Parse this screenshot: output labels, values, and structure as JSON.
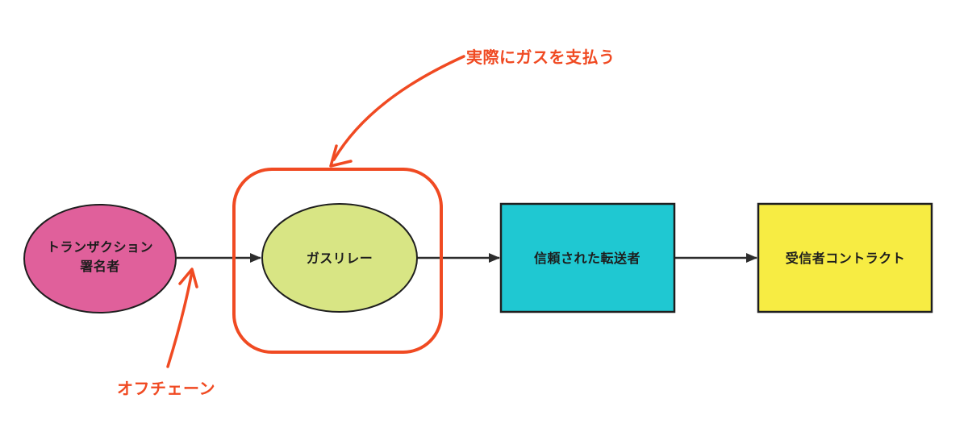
{
  "diagram": {
    "colors": {
      "background": "#ffffff",
      "accent": "#f04a22",
      "node_stroke": "#1e1e1e",
      "edge": "#2d2d2d",
      "label_text": "#1d1d1d"
    },
    "nodes": {
      "signer": {
        "shape": "ellipse",
        "label_line1": "トランザクション",
        "label_line2": "署名者",
        "fill": "#e0609b"
      },
      "gas_relay": {
        "shape": "ellipse",
        "label": "ガスリレー",
        "fill": "#d8e584"
      },
      "forwarder": {
        "shape": "rectangle",
        "label": "信頼された転送者",
        "fill": "#1fc8d2"
      },
      "recipient": {
        "shape": "rectangle",
        "label": "受信者コントラクト",
        "fill": "#f7ec43"
      }
    },
    "annotations": {
      "pays_gas": {
        "label": "実際にガスを支払う"
      },
      "offchain": {
        "label": "オフチェーン"
      }
    }
  }
}
